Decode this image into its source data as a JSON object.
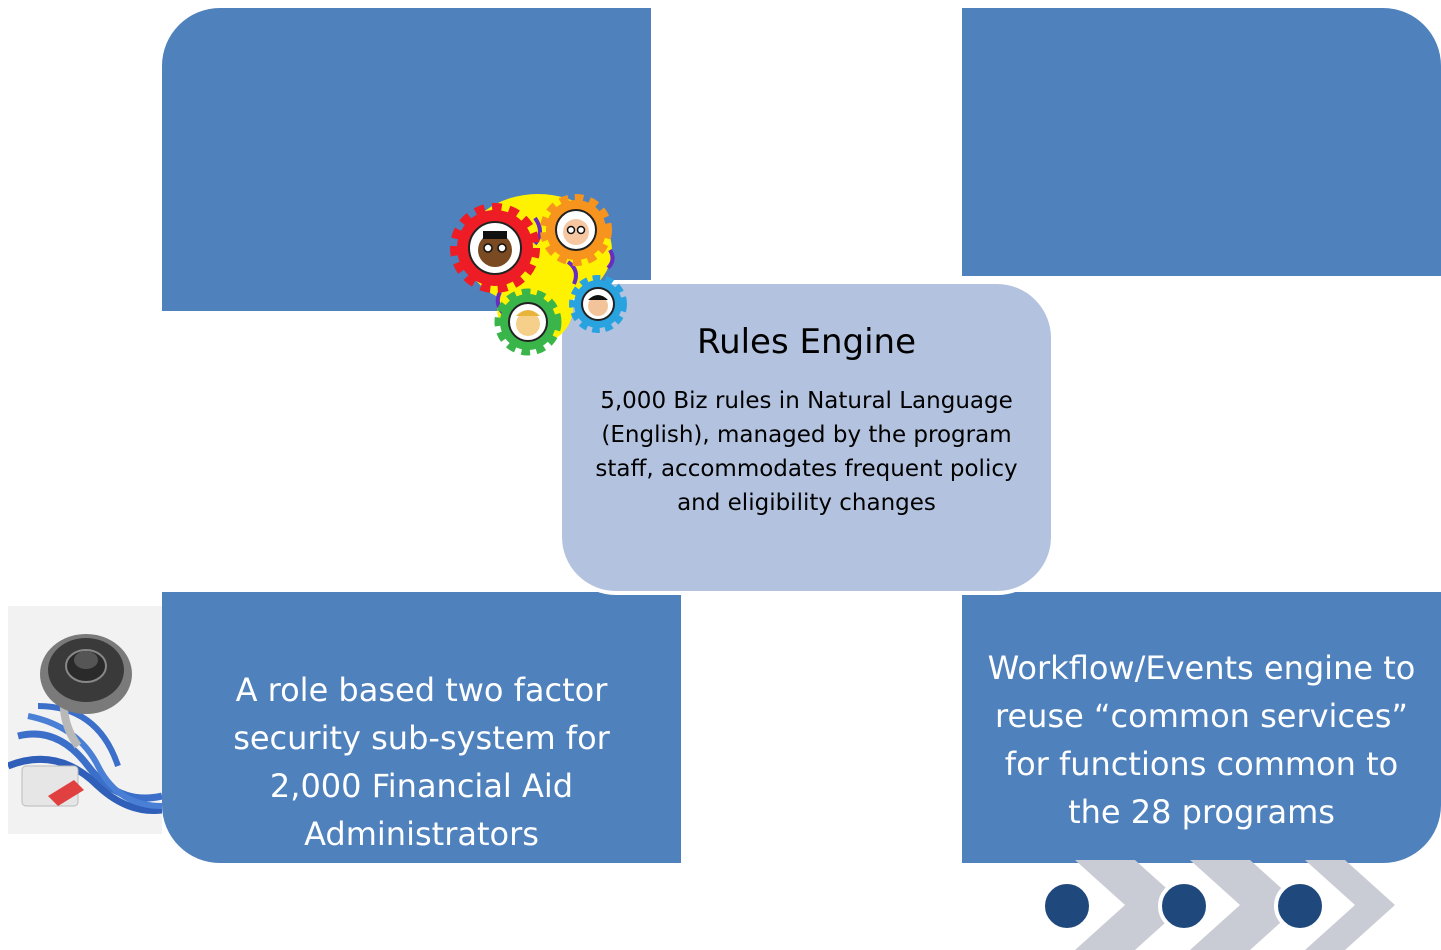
{
  "center": {
    "title": "Rules Engine",
    "description": "5,000 Biz rules in Natural Language (English),  managed by the program staff, accommodates frequent policy and eligibility changes"
  },
  "bottom_left": {
    "text": "A role based two factor security sub-system for 2,000 Financial Aid Administrators"
  },
  "bottom_right": {
    "text": "Workflow/Events engine to reuse “common services” for functions common to the 28 programs"
  },
  "colors": {
    "quadrant_blue": "#4f81bd",
    "center_fill": "#b3c3df",
    "arrow_gray": "#c9ccd4",
    "dot_navy": "#1f497d"
  },
  "icons": {
    "gears": "gears-people-clipart",
    "lock": "combination-lock-cables-photo",
    "process": "process-arrows-icon"
  }
}
